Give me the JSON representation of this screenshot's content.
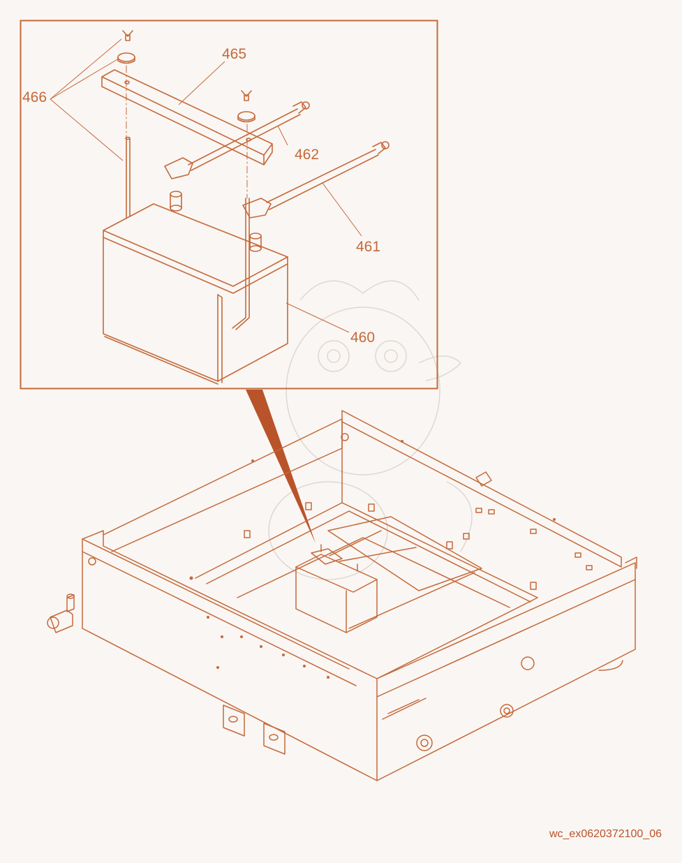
{
  "colors": {
    "background": "#faf6f3",
    "line": "#c4693a",
    "accent": "#b9532a",
    "watermark": "#d9d3cf"
  },
  "detail_box": {
    "callouts": {
      "c466": "466",
      "c465": "465",
      "c462": "462",
      "c461": "461",
      "c460": "460"
    }
  },
  "document_id": "wc_ex0620372100_06"
}
